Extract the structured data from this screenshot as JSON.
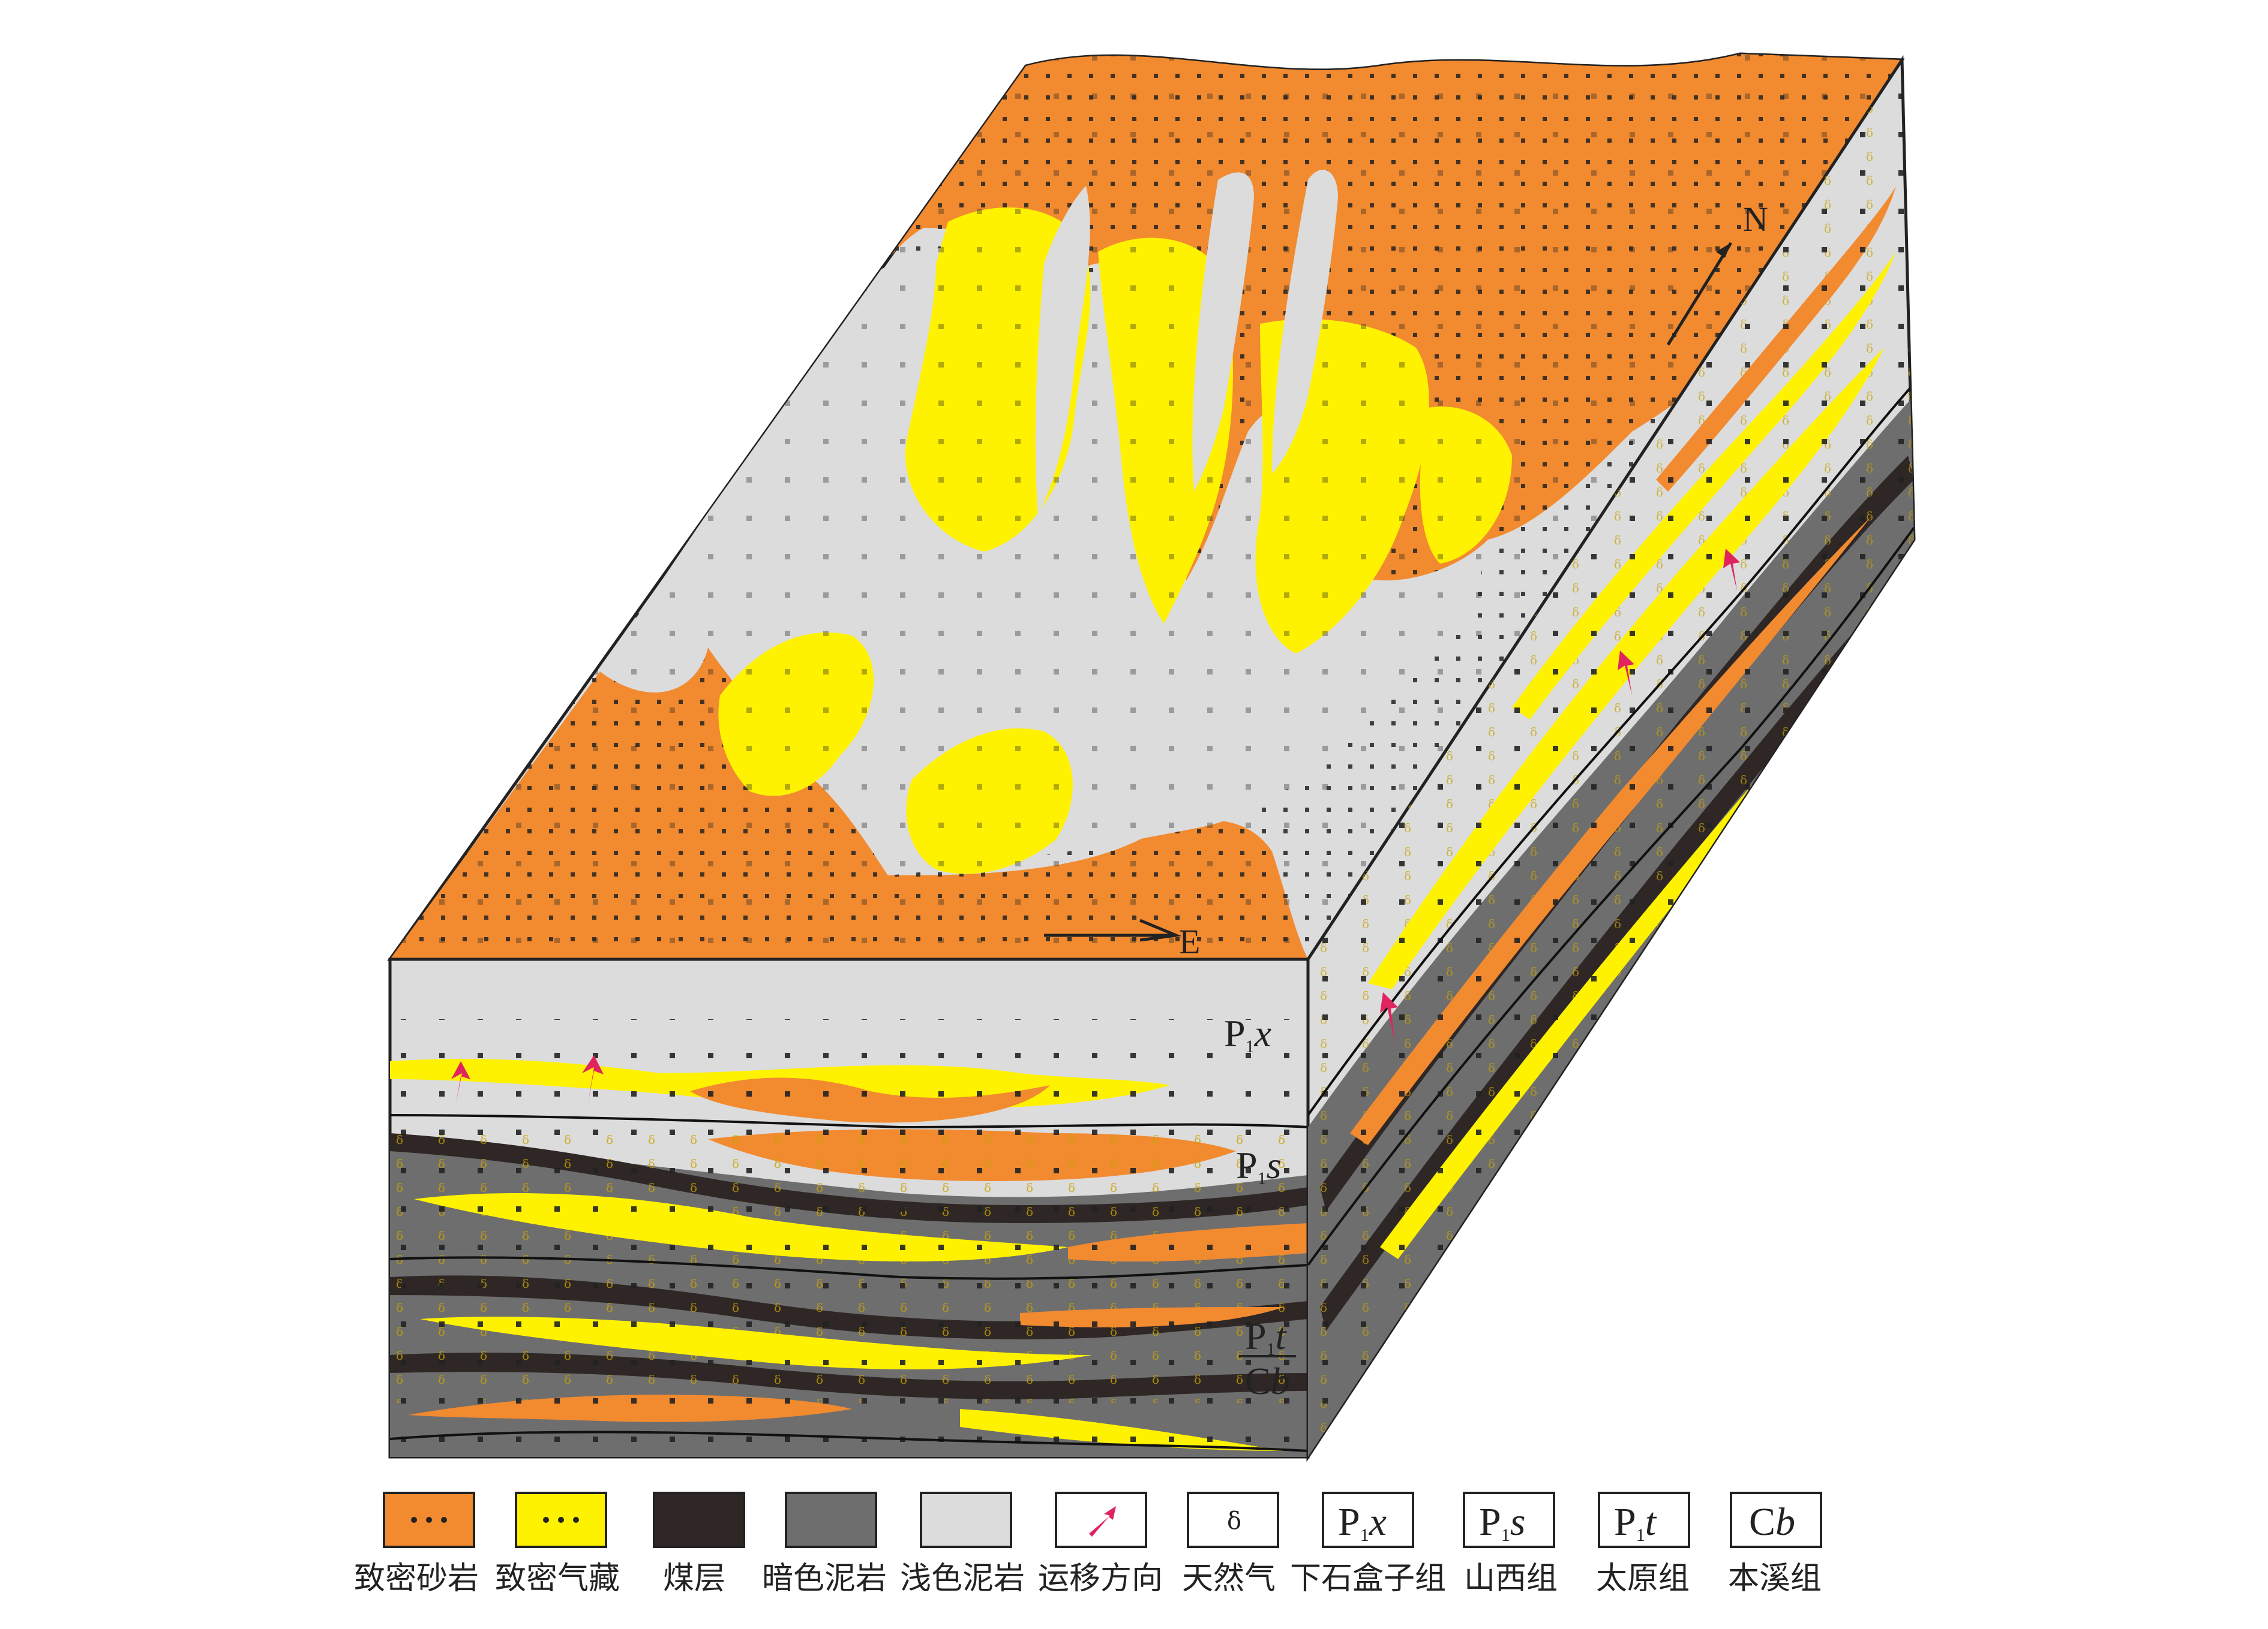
{
  "diagram": {
    "formations": {
      "p1x": {
        "base": "P",
        "sub": "1",
        "italic": "x"
      },
      "p1s": {
        "base": "P",
        "sub": "1",
        "italic": "s"
      },
      "p1t": {
        "base": "P",
        "sub": "1",
        "italic": "t"
      },
      "cb": {
        "base": "C",
        "italic": "b"
      }
    },
    "compass": {
      "north": "N",
      "east": "E"
    },
    "legend": [
      {
        "key": "tight-sandstone",
        "label": "致密砂岩",
        "color": "#F28A30"
      },
      {
        "key": "tight-gas",
        "label": "致密气藏",
        "color": "#FFF200"
      },
      {
        "key": "coal",
        "label": "煤层",
        "color": "#2E2726"
      },
      {
        "key": "dark-mudstone",
        "label": "暗色泥岩",
        "color": "#6E6E6E"
      },
      {
        "key": "light-mudstone",
        "label": "浅色泥岩",
        "color": "#DCDCDC"
      },
      {
        "key": "migration",
        "label": "运移方向",
        "color": "#E0245E"
      },
      {
        "key": "natural-gas",
        "label": "天然气",
        "symbol": "δ"
      },
      {
        "key": "p1x",
        "label": "下石盒子组",
        "code_base": "P",
        "code_sub": "1",
        "code_italic": "x"
      },
      {
        "key": "p1s",
        "label": "山西组",
        "code_base": "P",
        "code_sub": "1",
        "code_italic": "s"
      },
      {
        "key": "p1t",
        "label": "太原组",
        "code_base": "P",
        "code_sub": "1",
        "code_italic": "t"
      },
      {
        "key": "cb",
        "label": "本溪组",
        "code_base": "C",
        "code_italic": "b"
      }
    ]
  }
}
